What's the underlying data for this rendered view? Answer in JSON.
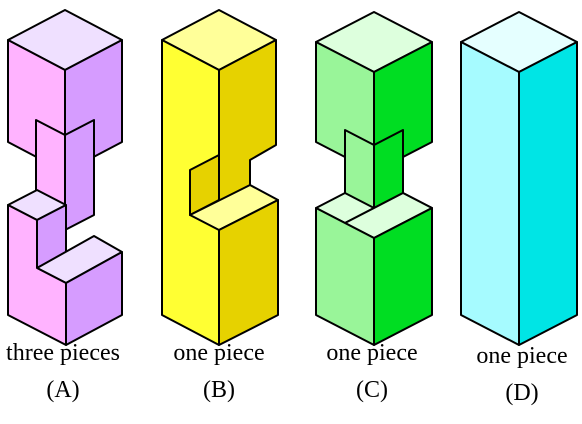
{
  "figures": [
    {
      "name": "three pieces",
      "letter": "(A)",
      "colors": {
        "top": "#efe0ff",
        "left": "#ffb3ff",
        "right": "#d69cff"
      }
    },
    {
      "name": "one piece",
      "letter": "(B)",
      "colors": {
        "top": "#ffff99",
        "left": "#ffff33",
        "right": "#e6d200"
      }
    },
    {
      "name": "one piece",
      "letter": "(C)",
      "colors": {
        "top": "#ddffdd",
        "left": "#99f599",
        "right": "#00dd22"
      }
    },
    {
      "name": "one piece",
      "letter": "(D)",
      "colors": {
        "top": "#e5ffff",
        "left": "#a6fbff",
        "right": "#00e5e5"
      }
    }
  ]
}
